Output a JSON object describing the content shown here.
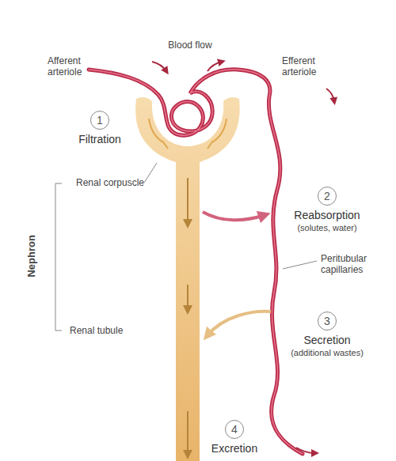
{
  "diagram": {
    "nodes": [
      {
        "text": [
          "1",
          "Filtration"
        ]
      },
      {
        "text": [
          "2",
          "Reabsorption",
          "(solutes, water)"
        ]
      },
      {
        "text": [
          "3",
          "Secretion",
          "(additional wastes)"
        ]
      },
      {
        "text": [
          "4",
          "Excretion"
        ]
      }
    ],
    "labels": [
      "Blood flow",
      "Afferent arteriole",
      "Efferent arteriole",
      "Renal corpuscle",
      "Nephron",
      "Renal tubule",
      "Peritubular capillaries"
    ]
  }
}
